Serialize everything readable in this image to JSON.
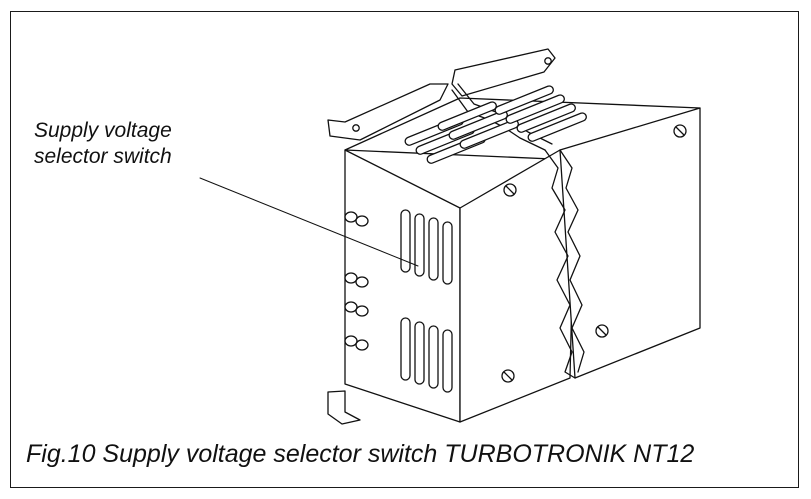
{
  "callout": {
    "line1": "Supply voltage",
    "line2": "selector switch"
  },
  "caption": {
    "text": "Fig.10  Supply voltage selector switch TURBOTRONIK NT12"
  }
}
